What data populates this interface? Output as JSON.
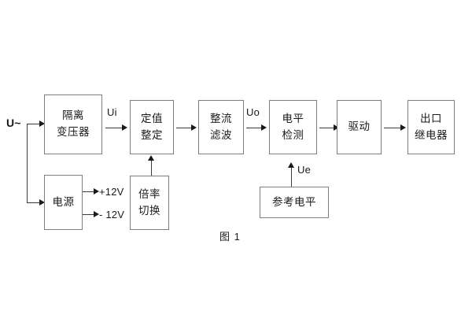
{
  "figure": {
    "caption": "图 1",
    "type": "block-diagram",
    "line_color": "#3a3a3a",
    "box_border_color": "#7d7d7d",
    "background": "#ffffff"
  },
  "blocks": [
    {
      "id": "isolation-transformer",
      "line1": "隔离",
      "line2": "变压器"
    },
    {
      "id": "setting-value",
      "line1": "定值",
      "line2": "整定"
    },
    {
      "id": "rectifier-filter",
      "line1": "整流",
      "line2": "滤波"
    },
    {
      "id": "level-detection",
      "line1": "电平",
      "line2": "检测"
    },
    {
      "id": "drive",
      "line1": "驱动",
      "line2": ""
    },
    {
      "id": "output-relay",
      "line1": "出口",
      "line2": "继电器"
    },
    {
      "id": "power-supply",
      "line1": "电源",
      "line2": ""
    },
    {
      "id": "multiplier-switch",
      "line1": "倍率",
      "line2": "切换"
    },
    {
      "id": "reference-level",
      "line1": "参考电平",
      "line2": ""
    }
  ],
  "signals": {
    "input_source": "U~",
    "ui": "Ui",
    "uo": "Uo",
    "ue": "Ue",
    "supply_positive": "+12V",
    "supply_negative": "- 12V"
  }
}
